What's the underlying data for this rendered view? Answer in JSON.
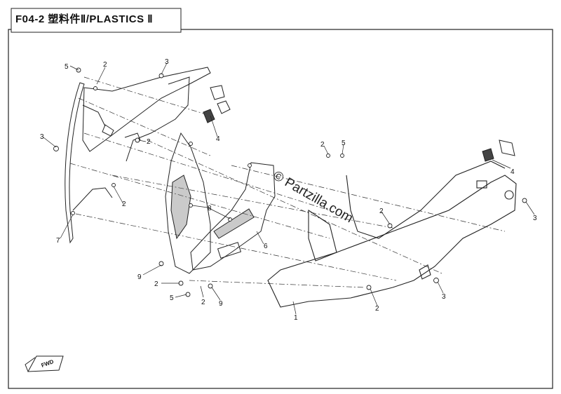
{
  "header": {
    "title": "F04-2  塑料件Ⅱ/PLASTICS Ⅱ"
  },
  "watermark": "© Partzilla.com",
  "fwd_label": "FWD",
  "callouts": {
    "c5a": "5",
    "c2a": "2",
    "c3a": "3",
    "c4a": "4",
    "c3b": "3",
    "c2b": "2",
    "c8": "8",
    "c2c": "2",
    "c7": "7",
    "c6": "6",
    "c9a": "9",
    "c2d": "2",
    "c5b": "5",
    "c2e": "2",
    "c9b": "9",
    "c1": "1",
    "c2f": "2",
    "c5c": "5",
    "c2g": "2",
    "c4b": "4",
    "c3c": "3",
    "c3d": "3",
    "c2h": "2"
  }
}
